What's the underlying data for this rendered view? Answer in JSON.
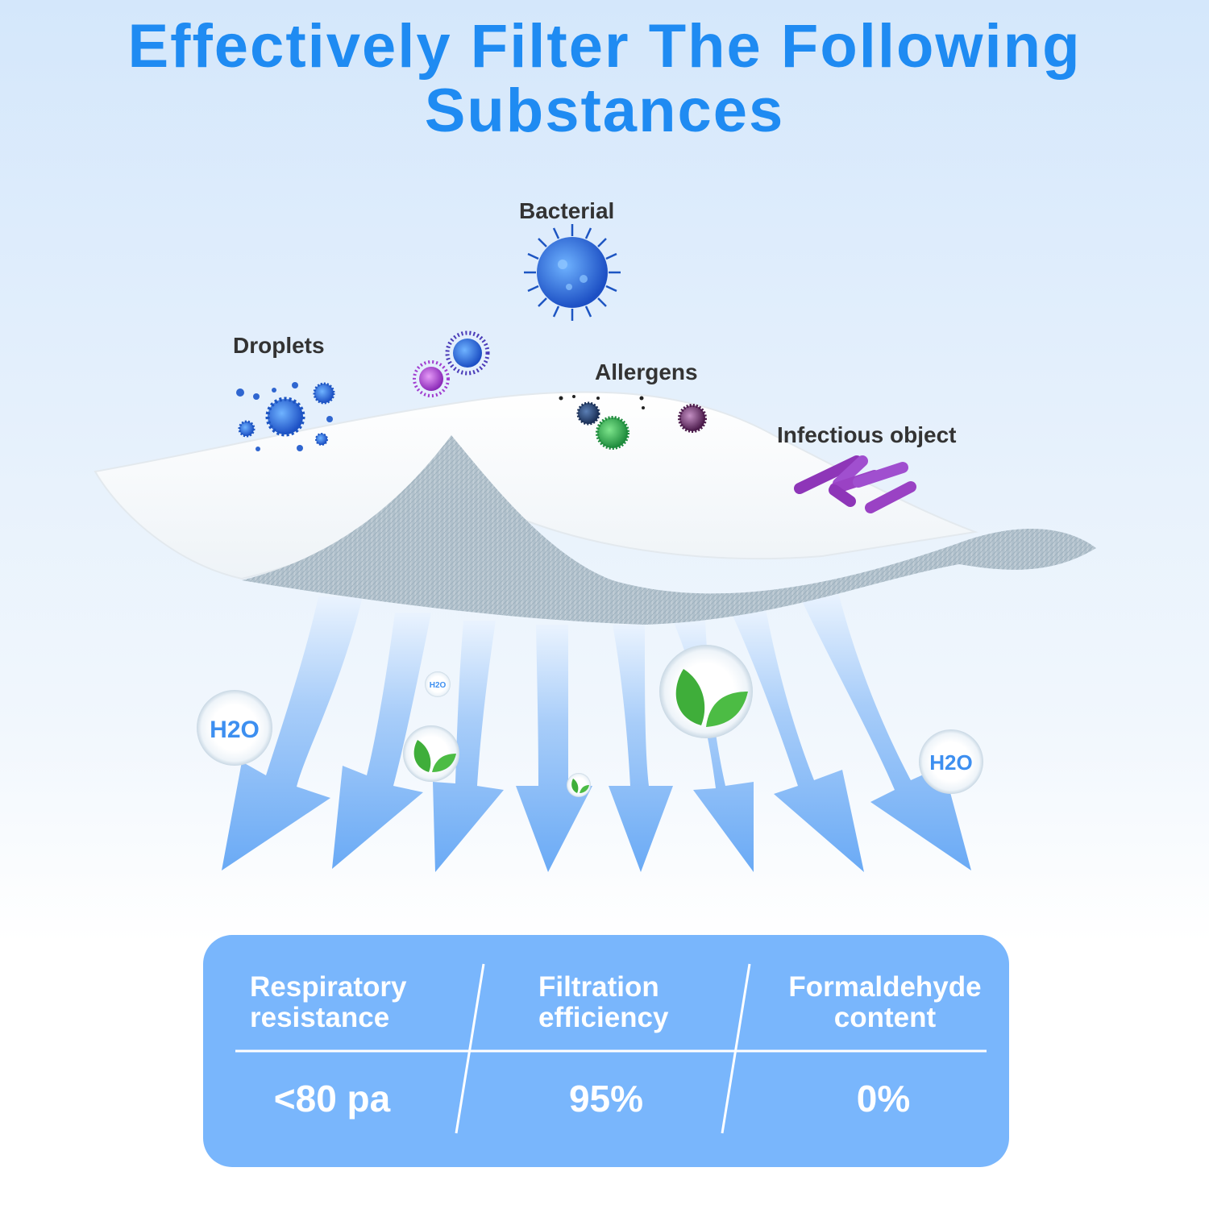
{
  "title": {
    "line1": "Effectively Filter The Following",
    "line2": "Substances"
  },
  "labels": {
    "bacterial": "Bacterial",
    "droplets": "Droplets",
    "allergens": "Allergens",
    "infectious": "Infectious object"
  },
  "bubbles": {
    "h2o": "H2O"
  },
  "table": {
    "columns": [
      {
        "header_line1": "Respiratory",
        "header_line2": "resistance",
        "value": "<80 pa"
      },
      {
        "header_line1": "Filtration",
        "header_line2": "efficiency",
        "value": "95%"
      },
      {
        "header_line1": "Formaldehyde",
        "header_line2": "content",
        "value": "0%"
      }
    ]
  },
  "colors": {
    "title": "#1f8bf2",
    "panel": "#79b6fc",
    "arrow": "#6aaaf5"
  }
}
